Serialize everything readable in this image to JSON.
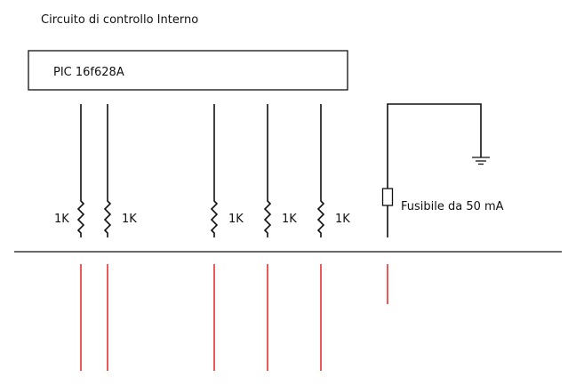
{
  "title": "Circuito di controllo Interno",
  "chip_label": "PIC 16f628A",
  "resistors": [
    {
      "label": "1K",
      "side": "left"
    },
    {
      "label": "1K",
      "side": "right"
    },
    {
      "label": "1K",
      "side": "right"
    },
    {
      "label": "1K",
      "side": "right"
    },
    {
      "label": "1K",
      "side": "right"
    }
  ],
  "fuse_label": "Fusibile da 50 mA",
  "colors": {
    "wire": "#111111",
    "external_line": "#e00000"
  }
}
